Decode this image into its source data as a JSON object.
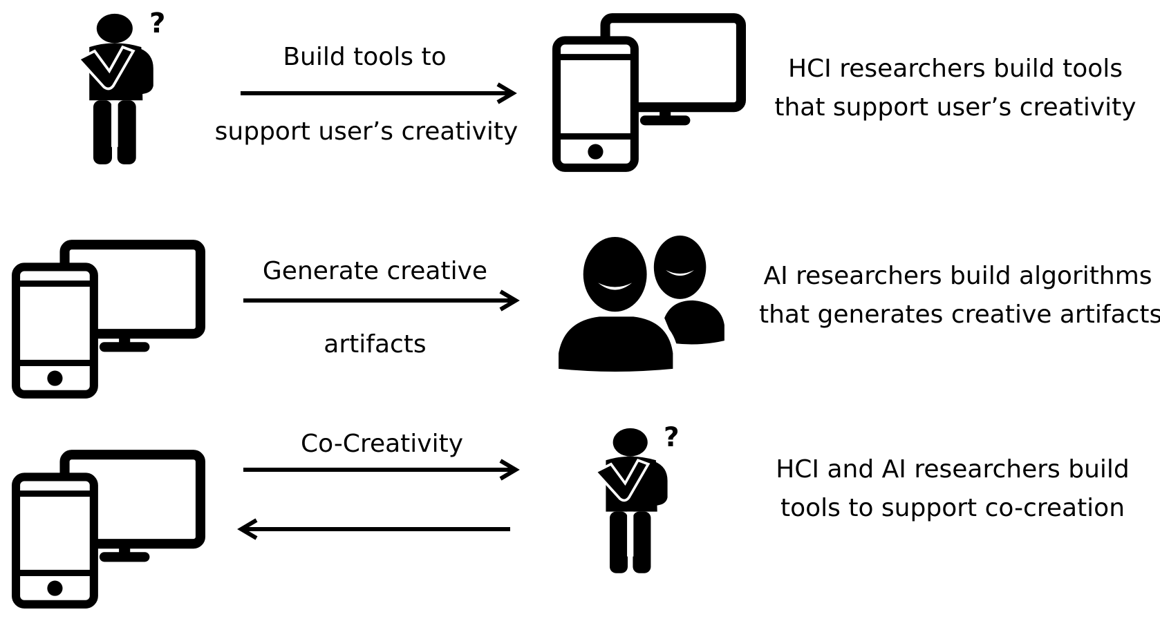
{
  "rows": [
    {
      "label_top": "Build tools to",
      "label_bottom": "support user’s creativity",
      "desc_line1": "HCI researchers build tools",
      "desc_line2": "that support user’s creativity",
      "left_icon": "thinking-person-icon",
      "right_icon": "devices-icon"
    },
    {
      "label_top": "Generate creative",
      "label_bottom": "artifacts",
      "desc_line1": "AI researchers build algorithms",
      "desc_line2": "that generates creative artifacts",
      "left_icon": "devices-icon",
      "right_icon": "users-group-icon"
    },
    {
      "label_top": "Co-Creativity",
      "desc_line1": "HCI and AI researchers build",
      "desc_line2": "tools to support co-creation",
      "left_icon": "devices-icon",
      "right_icon": "thinking-person-icon"
    }
  ]
}
